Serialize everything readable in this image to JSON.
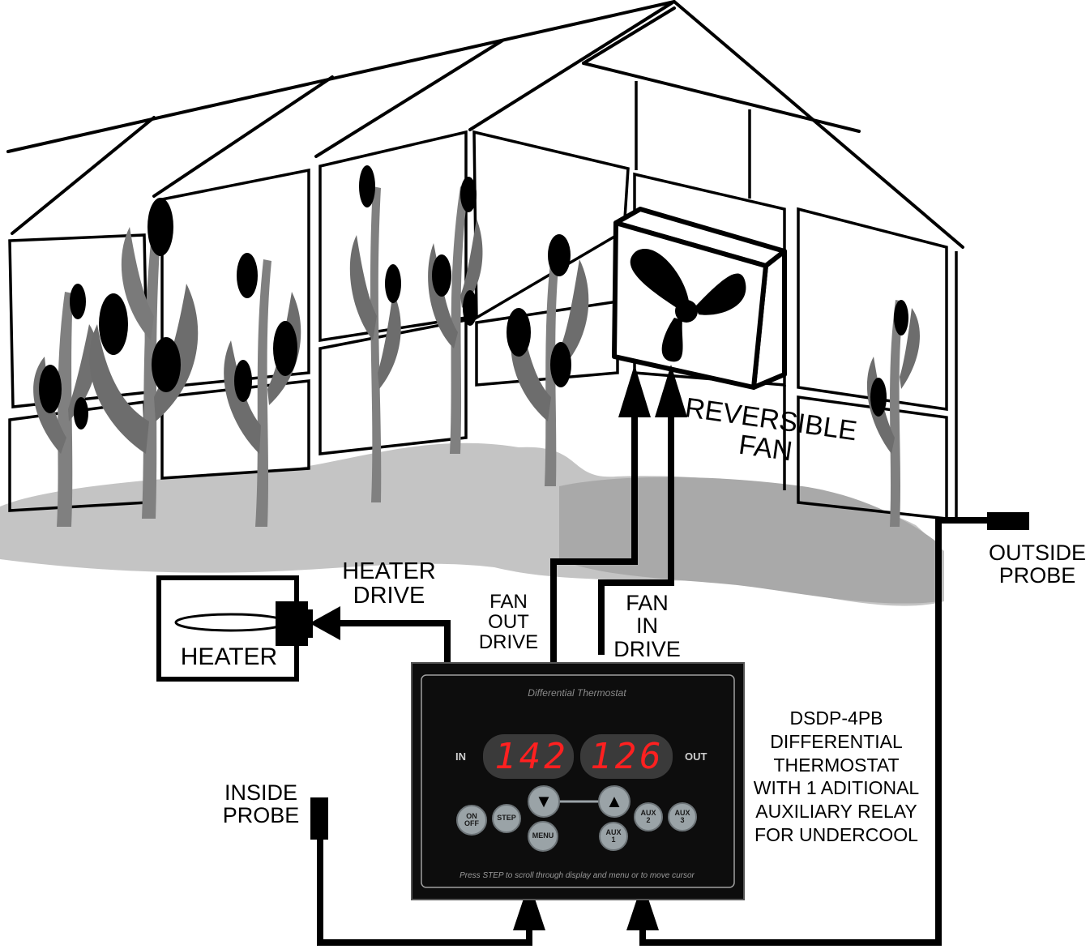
{
  "labels": {
    "reversible_fan": [
      "REVERSIBLE",
      "FAN"
    ],
    "heater_drive": [
      "HEATER",
      "DRIVE"
    ],
    "heater": "HEATER",
    "fan_out_drive": [
      "FAN",
      "OUT",
      "DRIVE"
    ],
    "fan_in_drive": [
      "FAN",
      "IN",
      "DRIVE"
    ],
    "outside_probe": [
      "OUTSIDE",
      "PROBE"
    ],
    "inside_probe": [
      "INSIDE",
      "PROBE"
    ],
    "product": [
      "DSDP-4PB",
      "DIFFERENTIAL",
      "THERMOSTAT",
      "WITH 1 ADITIONAL",
      "AUXILIARY RELAY",
      "FOR UNDERCOOL"
    ]
  },
  "panel": {
    "title": "Differential Thermostat",
    "in_label": "IN",
    "out_label": "OUT",
    "in_reading": "142",
    "out_reading": "126",
    "footer": "Press STEP to scroll through display and menu or to move cursor",
    "buttons": {
      "on_off": [
        "ON",
        "OFF"
      ],
      "step": "STEP",
      "menu": "MENU",
      "aux1": [
        "AUX",
        "1"
      ],
      "aux2": [
        "AUX",
        "2"
      ],
      "aux3": [
        "AUX",
        "3"
      ]
    },
    "colors": {
      "display": "#ff2020",
      "panel": "#0d0d0d",
      "button": "#9aa3a7"
    }
  },
  "icons": {
    "down": "triangle-down-icon",
    "up": "triangle-up-icon"
  }
}
